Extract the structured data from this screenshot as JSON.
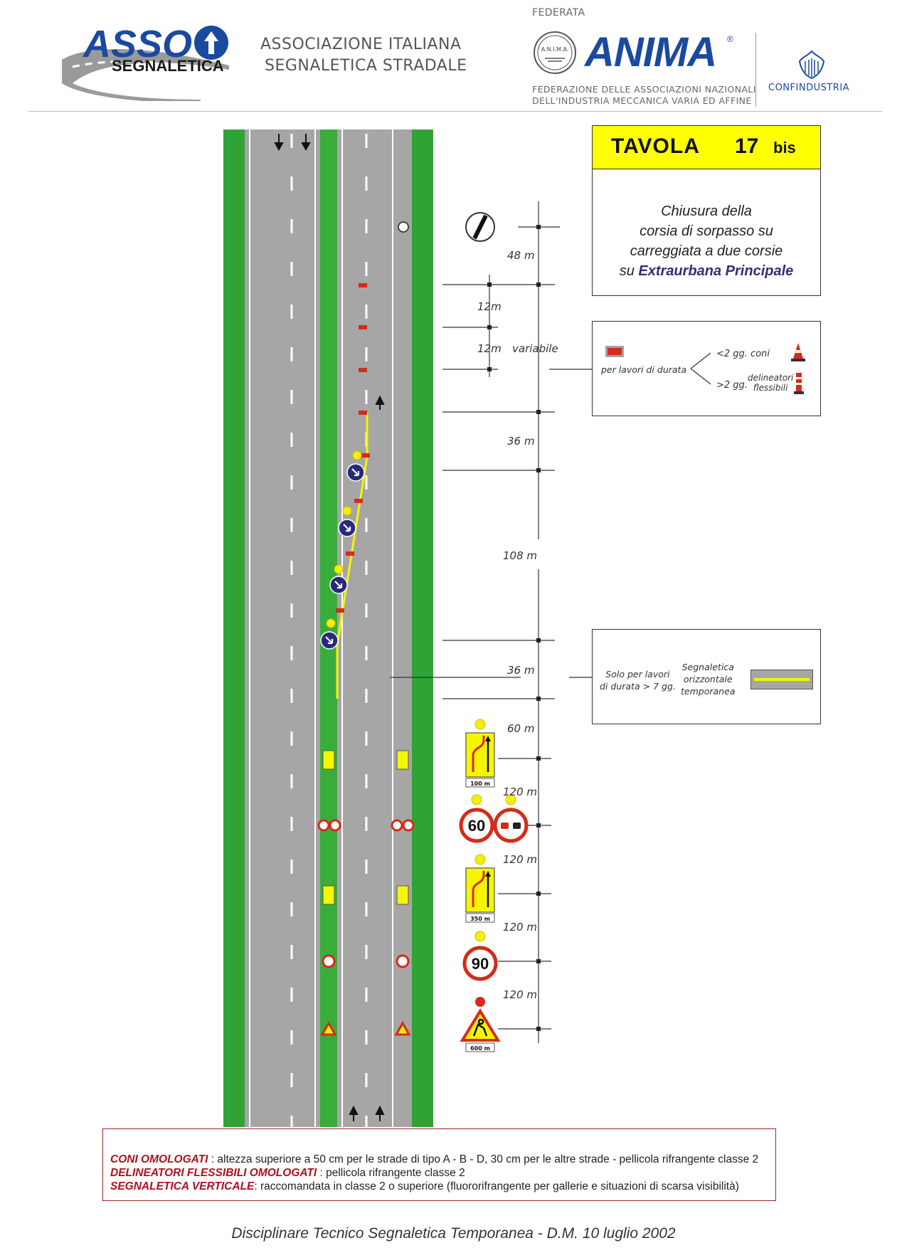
{
  "header": {
    "asso_logo_top": "ASSO",
    "asso_logo_bottom": "SEGNALETICA",
    "assoc_line1": "ASSOCIAZIONE ITALIANA",
    "assoc_line2": "SEGNALETICA STRADALE",
    "federata": "FEDERATA",
    "anima_seal": "A.N.I.M.A.",
    "anima_logo": "ANIMA",
    "anima_reg": "®",
    "anima_line1": "FEDERAZIONE DELLE ASSOCIAZIONI NAZIONALI",
    "anima_line2": "DELL'INDUSTRIA MECCANICA VARIA ED AFFINE",
    "confindustria": "CONFINDUSTRIA"
  },
  "title_box": {
    "tavola": "TAVOLA",
    "number": "17",
    "bis": "bis",
    "desc1": "Chiusura della",
    "desc2": "corsia di sorpasso su",
    "desc3": "carreggiata a due corsie",
    "desc4_prefix": "su ",
    "desc4_bold": "Extraurbana Principale",
    "title_bg": "#ffff00",
    "purple": "#3a2a7a"
  },
  "legend_duration": {
    "label": "per lavori di durata",
    "short_label": "<2 gg.",
    "short_item": "coni",
    "long_label": ">2 gg.",
    "long_item_1": "delineatori",
    "long_item_2": "flessibili"
  },
  "legend_marking": {
    "label1": "Solo per lavori",
    "label2": "di durata > 7 gg.",
    "desc1": "Segnaletica",
    "desc2": "orizzontale",
    "desc3": "temporanea"
  },
  "measurements": {
    "m1": "48 m",
    "m2": "12m",
    "m3": "12m",
    "m3_extra": "variabile",
    "m4": "36 m",
    "m5": "108 m",
    "m6": "36 m",
    "m7": "60 m",
    "m8": "120 m",
    "m9": "120 m",
    "m10": "120 m",
    "m11": "120 m"
  },
  "signs": {
    "plate1": "100 m",
    "speed1": "60",
    "plate2": "350 m",
    "speed2": "90",
    "plate3": "600 m"
  },
  "notes": {
    "n1_key": "CONI OMOLOGATI",
    "n1_text": " : altezza superiore a 50 cm per le strade di tipo A - B - D, 30 cm per le altre strade - pellicola rifrangente classe 2",
    "n2_key": "DELINEATORI FLESSIBILI OMOLOGATI",
    "n2_text": " :  pellicola rifrangente classe 2",
    "n3_key": "SEGNALETICA VERTICALE",
    "n3_text": ": raccomandata in classe 2 o superiore (fluororifrangente per gallerie e situazioni di scarsa visibilità)"
  },
  "footer": {
    "text": "Disciplinare Tecnico Segnaletica Temporanea - D.M.  10 luglio 2002"
  },
  "colors": {
    "grass": "#2fa335",
    "asphalt": "#a4a4a4",
    "cone_red": "#d62a1a",
    "marking_yellow": "#f5f500",
    "sign_blue": "#2a2a7a"
  }
}
